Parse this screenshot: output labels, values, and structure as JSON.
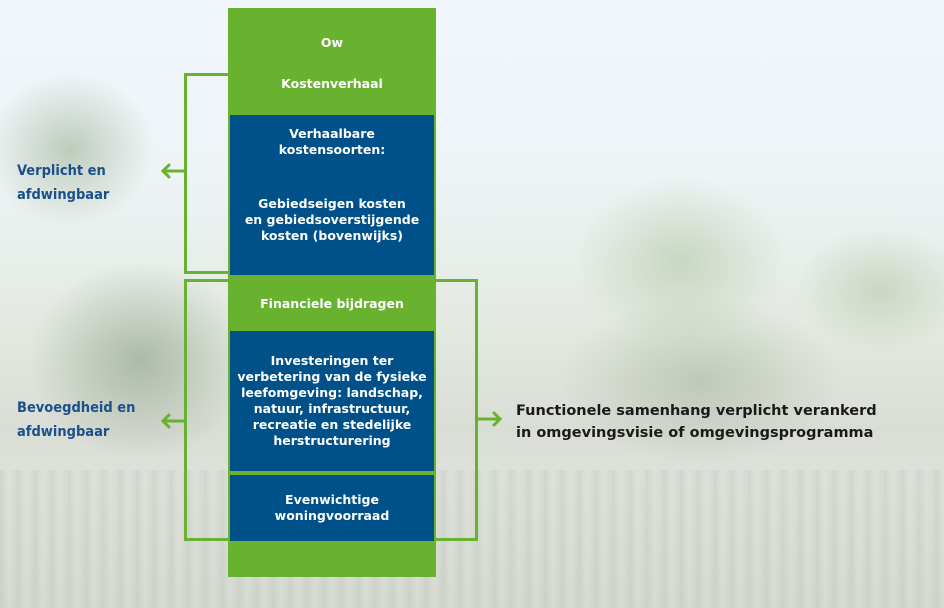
{
  "diagram": {
    "column": {
      "top_title": "Ow",
      "top_subtitle": "Kostenverhaal",
      "cost_heading": "Verhaalbare kostensoorten:",
      "cost_body_lines": [
        "Gebiedseigen kosten",
        "en gebiedsoverstijgende",
        "kosten (bovenwijks)"
      ],
      "financial_label": "Financiele bijdragen",
      "investment_lines": [
        "Investeringen ter",
        "verbetering van de fysieke",
        "leefomgeving: landschap,",
        "natuur, infrastructuur,",
        "recreatie en stedelijke",
        "herstructurering"
      ],
      "housing_lines": [
        "Evenwichtige",
        "woningvoorraad"
      ]
    },
    "left_labels": [
      {
        "lines": [
          "Verplicht en",
          "afdwingbaar"
        ]
      },
      {
        "lines": [
          "Bevoegdheid en",
          "afdwingbaar"
        ]
      }
    ],
    "right_label": {
      "lines": [
        "Functionele samenhang verplicht verankerd",
        "in omgevingsvisie of omgevingsprogramma"
      ]
    },
    "colors": {
      "green": "#68b22f",
      "blue": "#00508a",
      "label_blue": "#1b4f8a",
      "text_dark": "#1a1a1a"
    }
  }
}
